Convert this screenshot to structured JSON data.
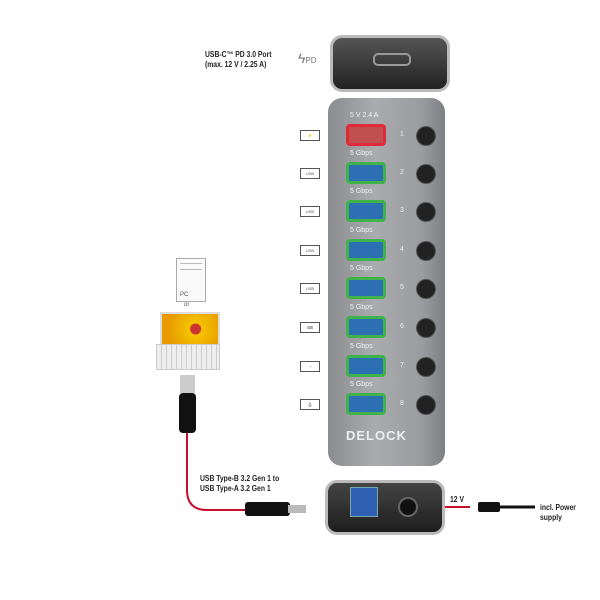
{
  "top_port": {
    "label_line1": "USB-C™ PD 3.0 Port",
    "label_line2": "(max. 12 V / 2.25 A)",
    "icon": "pd",
    "icon_text": "PD"
  },
  "hub": {
    "brand": "DELOCK",
    "ports": [
      {
        "num": "1",
        "label": "5 V 2.4 A",
        "type": "charging",
        "icon": "battery-charge"
      },
      {
        "num": "2",
        "label": "5 Gbps",
        "type": "data",
        "icon": "usb"
      },
      {
        "num": "3",
        "label": "5 Gbps",
        "type": "data",
        "icon": "usb"
      },
      {
        "num": "4",
        "label": "5 Gbps",
        "type": "data",
        "icon": "usb"
      },
      {
        "num": "5",
        "label": "5 Gbps",
        "type": "data",
        "icon": "usb"
      },
      {
        "num": "6",
        "label": "5 Gbps",
        "type": "data",
        "icon": "keyboard"
      },
      {
        "num": "7",
        "label": "5 Gbps",
        "type": "data",
        "icon": "mouse"
      },
      {
        "num": "8",
        "label": "5 Gbps",
        "type": "data",
        "icon": "printer"
      }
    ]
  },
  "host": {
    "pc_label": "PC",
    "or_label": "or"
  },
  "cable": {
    "line1": "USB Type-B 3.2 Gen 1 to",
    "line2": "USB Type-A 3.2 Gen 1"
  },
  "power": {
    "voltage": "12 V",
    "label": "incl. Power supply"
  },
  "colors": {
    "charging": "#e02a3a",
    "data": "#3fb34a",
    "cable": "#c8102e"
  }
}
